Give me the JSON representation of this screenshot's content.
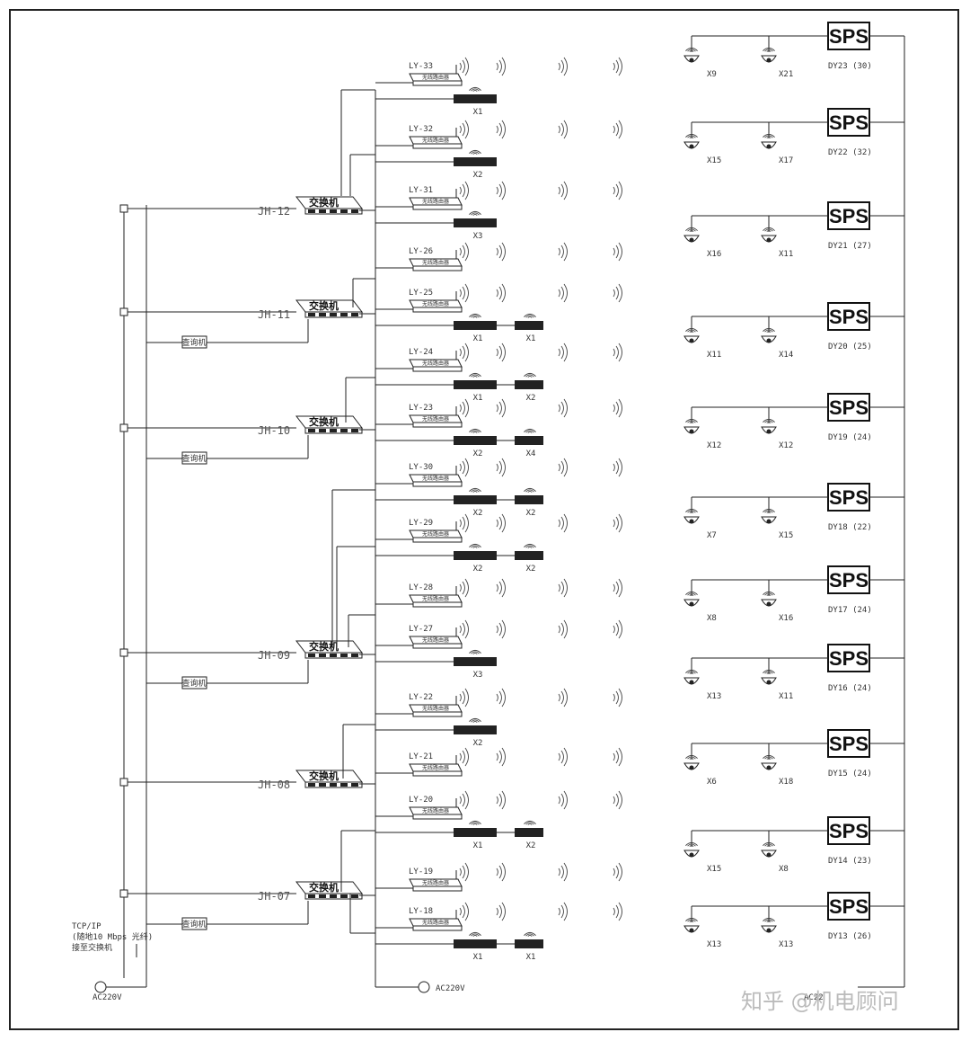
{
  "switches": [
    {
      "label": "JH-12",
      "name": "交换机"
    },
    {
      "label": "JH-11",
      "name": "交换机"
    },
    {
      "label": "JH-10",
      "name": "交换机"
    },
    {
      "label": "JH-09",
      "name": "交换机"
    },
    {
      "label": "JH-08",
      "name": "交换机"
    },
    {
      "label": "JH-07",
      "name": "交换机"
    }
  ],
  "query_device": "查询机",
  "router_name": "无线路由器",
  "routers": [
    {
      "label": "LY-33",
      "a": "X1",
      "b": ""
    },
    {
      "label": "LY-32",
      "a": "X2",
      "b": ""
    },
    {
      "label": "LY-31",
      "a": "X3",
      "b": ""
    },
    {
      "label": "LY-26",
      "a": "",
      "b": ""
    },
    {
      "label": "LY-25",
      "a": "X1",
      "b": "X1"
    },
    {
      "label": "LY-24",
      "a": "X1",
      "b": "X2"
    },
    {
      "label": "LY-23",
      "a": "X2",
      "b": "X4"
    },
    {
      "label": "LY-30",
      "a": "X2",
      "b": "X2"
    },
    {
      "label": "LY-29",
      "a": "X2",
      "b": "X2"
    },
    {
      "label": "LY-28",
      "a": "",
      "b": ""
    },
    {
      "label": "LY-27",
      "a": "X3",
      "b": ""
    },
    {
      "label": "LY-22",
      "a": "X2",
      "b": ""
    },
    {
      "label": "LY-21",
      "a": "",
      "b": ""
    },
    {
      "label": "LY-20",
      "a": "X1",
      "b": "X2"
    },
    {
      "label": "LY-19",
      "a": "",
      "b": ""
    },
    {
      "label": "LY-18",
      "a": "X1",
      "b": "X1"
    }
  ],
  "sps_label": "SPS",
  "sps_rows": [
    {
      "dy": "DY23 (30)",
      "c1": "X9",
      "c2": "X21"
    },
    {
      "dy": "DY22 (32)",
      "c1": "X15",
      "c2": "X17"
    },
    {
      "dy": "DY21 (27)",
      "c1": "X16",
      "c2": "X11"
    },
    {
      "dy": "DY20 (25)",
      "c1": "X11",
      "c2": "X14"
    },
    {
      "dy": "DY19 (24)",
      "c1": "X12",
      "c2": "X12"
    },
    {
      "dy": "DY18 (22)",
      "c1": "X7",
      "c2": "X15"
    },
    {
      "dy": "DY17 (24)",
      "c1": "X8",
      "c2": "X16"
    },
    {
      "dy": "DY16 (24)",
      "c1": "X13",
      "c2": "X11"
    },
    {
      "dy": "DY15 (24)",
      "c1": "X6",
      "c2": "X18"
    },
    {
      "dy": "DY14 (23)",
      "c1": "X15",
      "c2": "X8"
    },
    {
      "dy": "DY13 (26)",
      "c1": "X13",
      "c2": "X13"
    }
  ],
  "tcp_note": [
    "TCP/IP",
    "(随地10 Mbps 光纤)",
    "接至交换机"
  ],
  "ac_left": "AC220V",
  "ac_mid": "AC220V",
  "ac_right": "AC22",
  "watermark": "知乎 @机电顾问"
}
